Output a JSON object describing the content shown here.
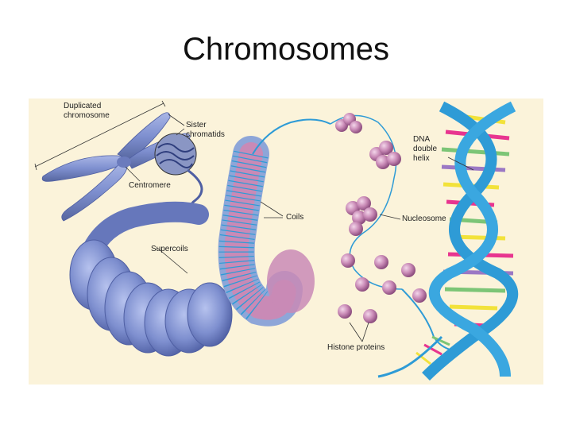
{
  "slide": {
    "title": "Chromosomes"
  },
  "diagram": {
    "labels": {
      "duplicated_chromosome_1": "Duplicated",
      "duplicated_chromosome_2": "chromosome",
      "sister_chromatids_1": "Sister",
      "sister_chromatids_2": "chromatids",
      "centromere": "Centromere",
      "coils": "Coils",
      "supercoils": "Supercoils",
      "dna_helix_1": "DNA",
      "dna_helix_2": "double",
      "dna_helix_3": "helix",
      "nucleosome": "Nucleosome",
      "histone_proteins": "Histone proteins"
    },
    "colors": {
      "background": "#fbf3da",
      "chromatin_blue": "#7e8fcf",
      "histone_pink": "#c98ab6",
      "dna_backbone": "#2e9bd6",
      "base_pair_yellow": "#f2e23a",
      "base_pair_magenta": "#e8358f",
      "base_pair_green": "#7cc576",
      "base_pair_purple": "#9b78c4"
    }
  }
}
